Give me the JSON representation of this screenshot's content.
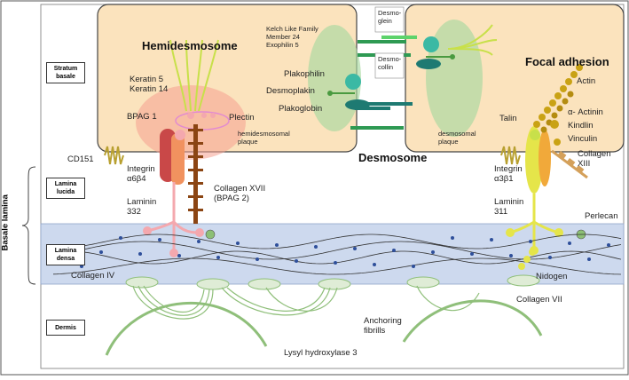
{
  "regions": {
    "stratum_basale": "Stratum\nbasale",
    "lamina_lucida": "Lamina\nlucida",
    "lamina_densa": "Lamina\ndensa",
    "dermis": "Dermis",
    "basale_lamina": "Basale lamina"
  },
  "titles": {
    "hemidesmosome": "Hemidesmosome",
    "desmosome": "Desmosome",
    "focal_adhesion": "Focal adhesion"
  },
  "labels": {
    "kelch": "Kelch Like Family\nMember 24\nExophilin 5",
    "desmoglein": "Desmo-\nglein",
    "desmocollin": "Desmo-\ncollin",
    "keratin": "Keratin 5\nKeratin 14",
    "plakophilin": "Plakophilin",
    "desmoplakin": "Desmoplakin",
    "plakoglobin": "Plakoglobin",
    "bpag1": "BPAG 1",
    "plectin": "Plectin",
    "hemidesmosomal_plaque": "hemidesmosomal\nplaque",
    "desmosomal_plaque": "desmosomal\nplaque",
    "cd151": "CD151",
    "integrin_a6b4": "Integrin\nα6β4",
    "collagen_xvii": "Collagen XVII\n(BPAG 2)",
    "laminin_332": "Laminin\n332",
    "talin": "Talin",
    "actin": "Actin",
    "alpha_actinin": "α- Actinin",
    "kindlin": "Kindlin",
    "vinculin": "Vinculin",
    "collagen_xiii": "Collagen\nXIII",
    "integrin_a3b1": "Integrin\nα3β1",
    "laminin_311": "Laminin\n311",
    "perlecan": "Perlecan",
    "nidogen": "Nidogen",
    "collagen_iv": "Collagen IV",
    "collagen_vii": "Collagen VII",
    "anchoring_fibrils": "Anchoring\nfibrills",
    "lysyl_hydroxylase": "Lysyl hydroxylase 3"
  },
  "colors": {
    "cell_fill": "#fbe3bd",
    "lamina_densa_fill": "#cdd9ee",
    "bpag1": "#c94848",
    "integrin_hd": "#f1925f",
    "laminin_pink": "#f4a8ae",
    "collagen_xvii": "#8b4513",
    "talin": "#e5e54a",
    "actin": "#c9a214",
    "desmo_green": "#2e9a53",
    "desmo_teal": "#1e7a72",
    "perlecan": "#8cbf75",
    "anchoring": "#8fbf7a",
    "collagen_iv": "#2e4f9a"
  }
}
